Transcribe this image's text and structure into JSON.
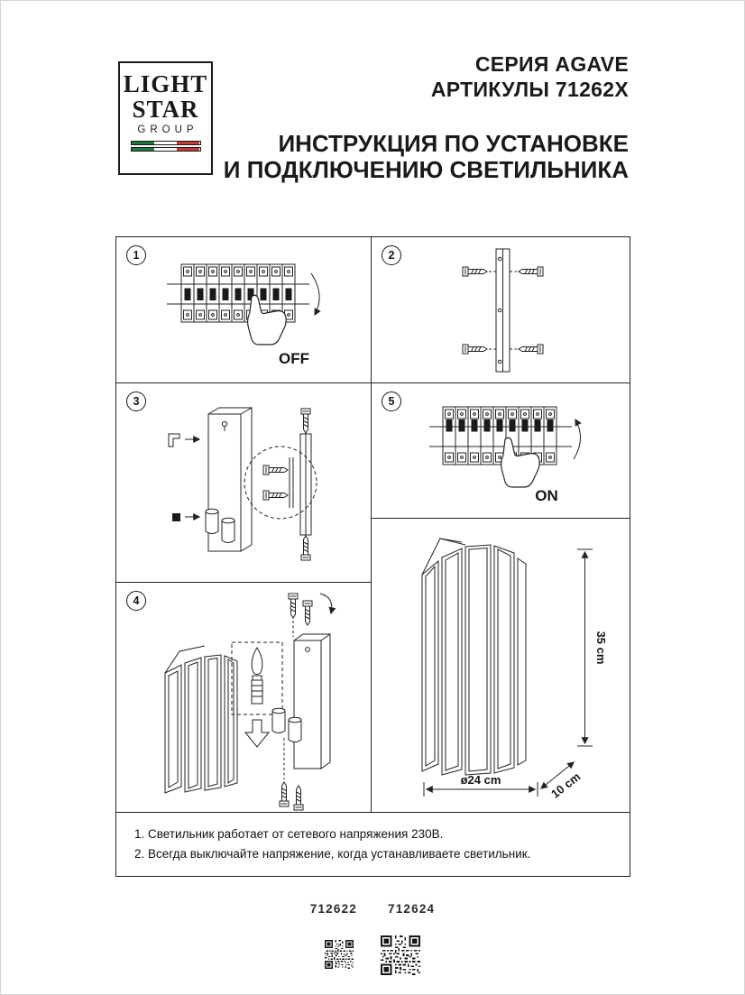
{
  "logo": {
    "line1": "LIGHT",
    "line2": "STAR",
    "line3": "GROUP",
    "flag_colors": [
      "#1e7a3d",
      "#ffffff",
      "#c23c35"
    ]
  },
  "header": {
    "series": "СЕРИЯ AGAVE",
    "articles": "АРТИКУЛЫ 71262X",
    "title_line1": "ИНСТРУКЦИЯ ПО УСТАНОВКЕ",
    "title_line2": "И ПОДКЛЮЧЕНИЮ СВЕТИЛЬНИКА"
  },
  "steps": [
    {
      "number": "1",
      "switch_label": "OFF"
    },
    {
      "number": "2"
    },
    {
      "number": "3"
    },
    {
      "number": "4"
    },
    {
      "number": "5",
      "switch_label": "ON"
    }
  ],
  "final_view": {
    "height_label": "35 cm",
    "diameter_label": "ø24 cm",
    "depth_label": "10 cm"
  },
  "notes": [
    "1. Светильник работает от сетевого напряжения 230В.",
    "2. Всегда выключайте напряжение, когда устанавливаете светильник."
  ],
  "footer": {
    "codes": [
      "712622",
      "712624"
    ]
  }
}
